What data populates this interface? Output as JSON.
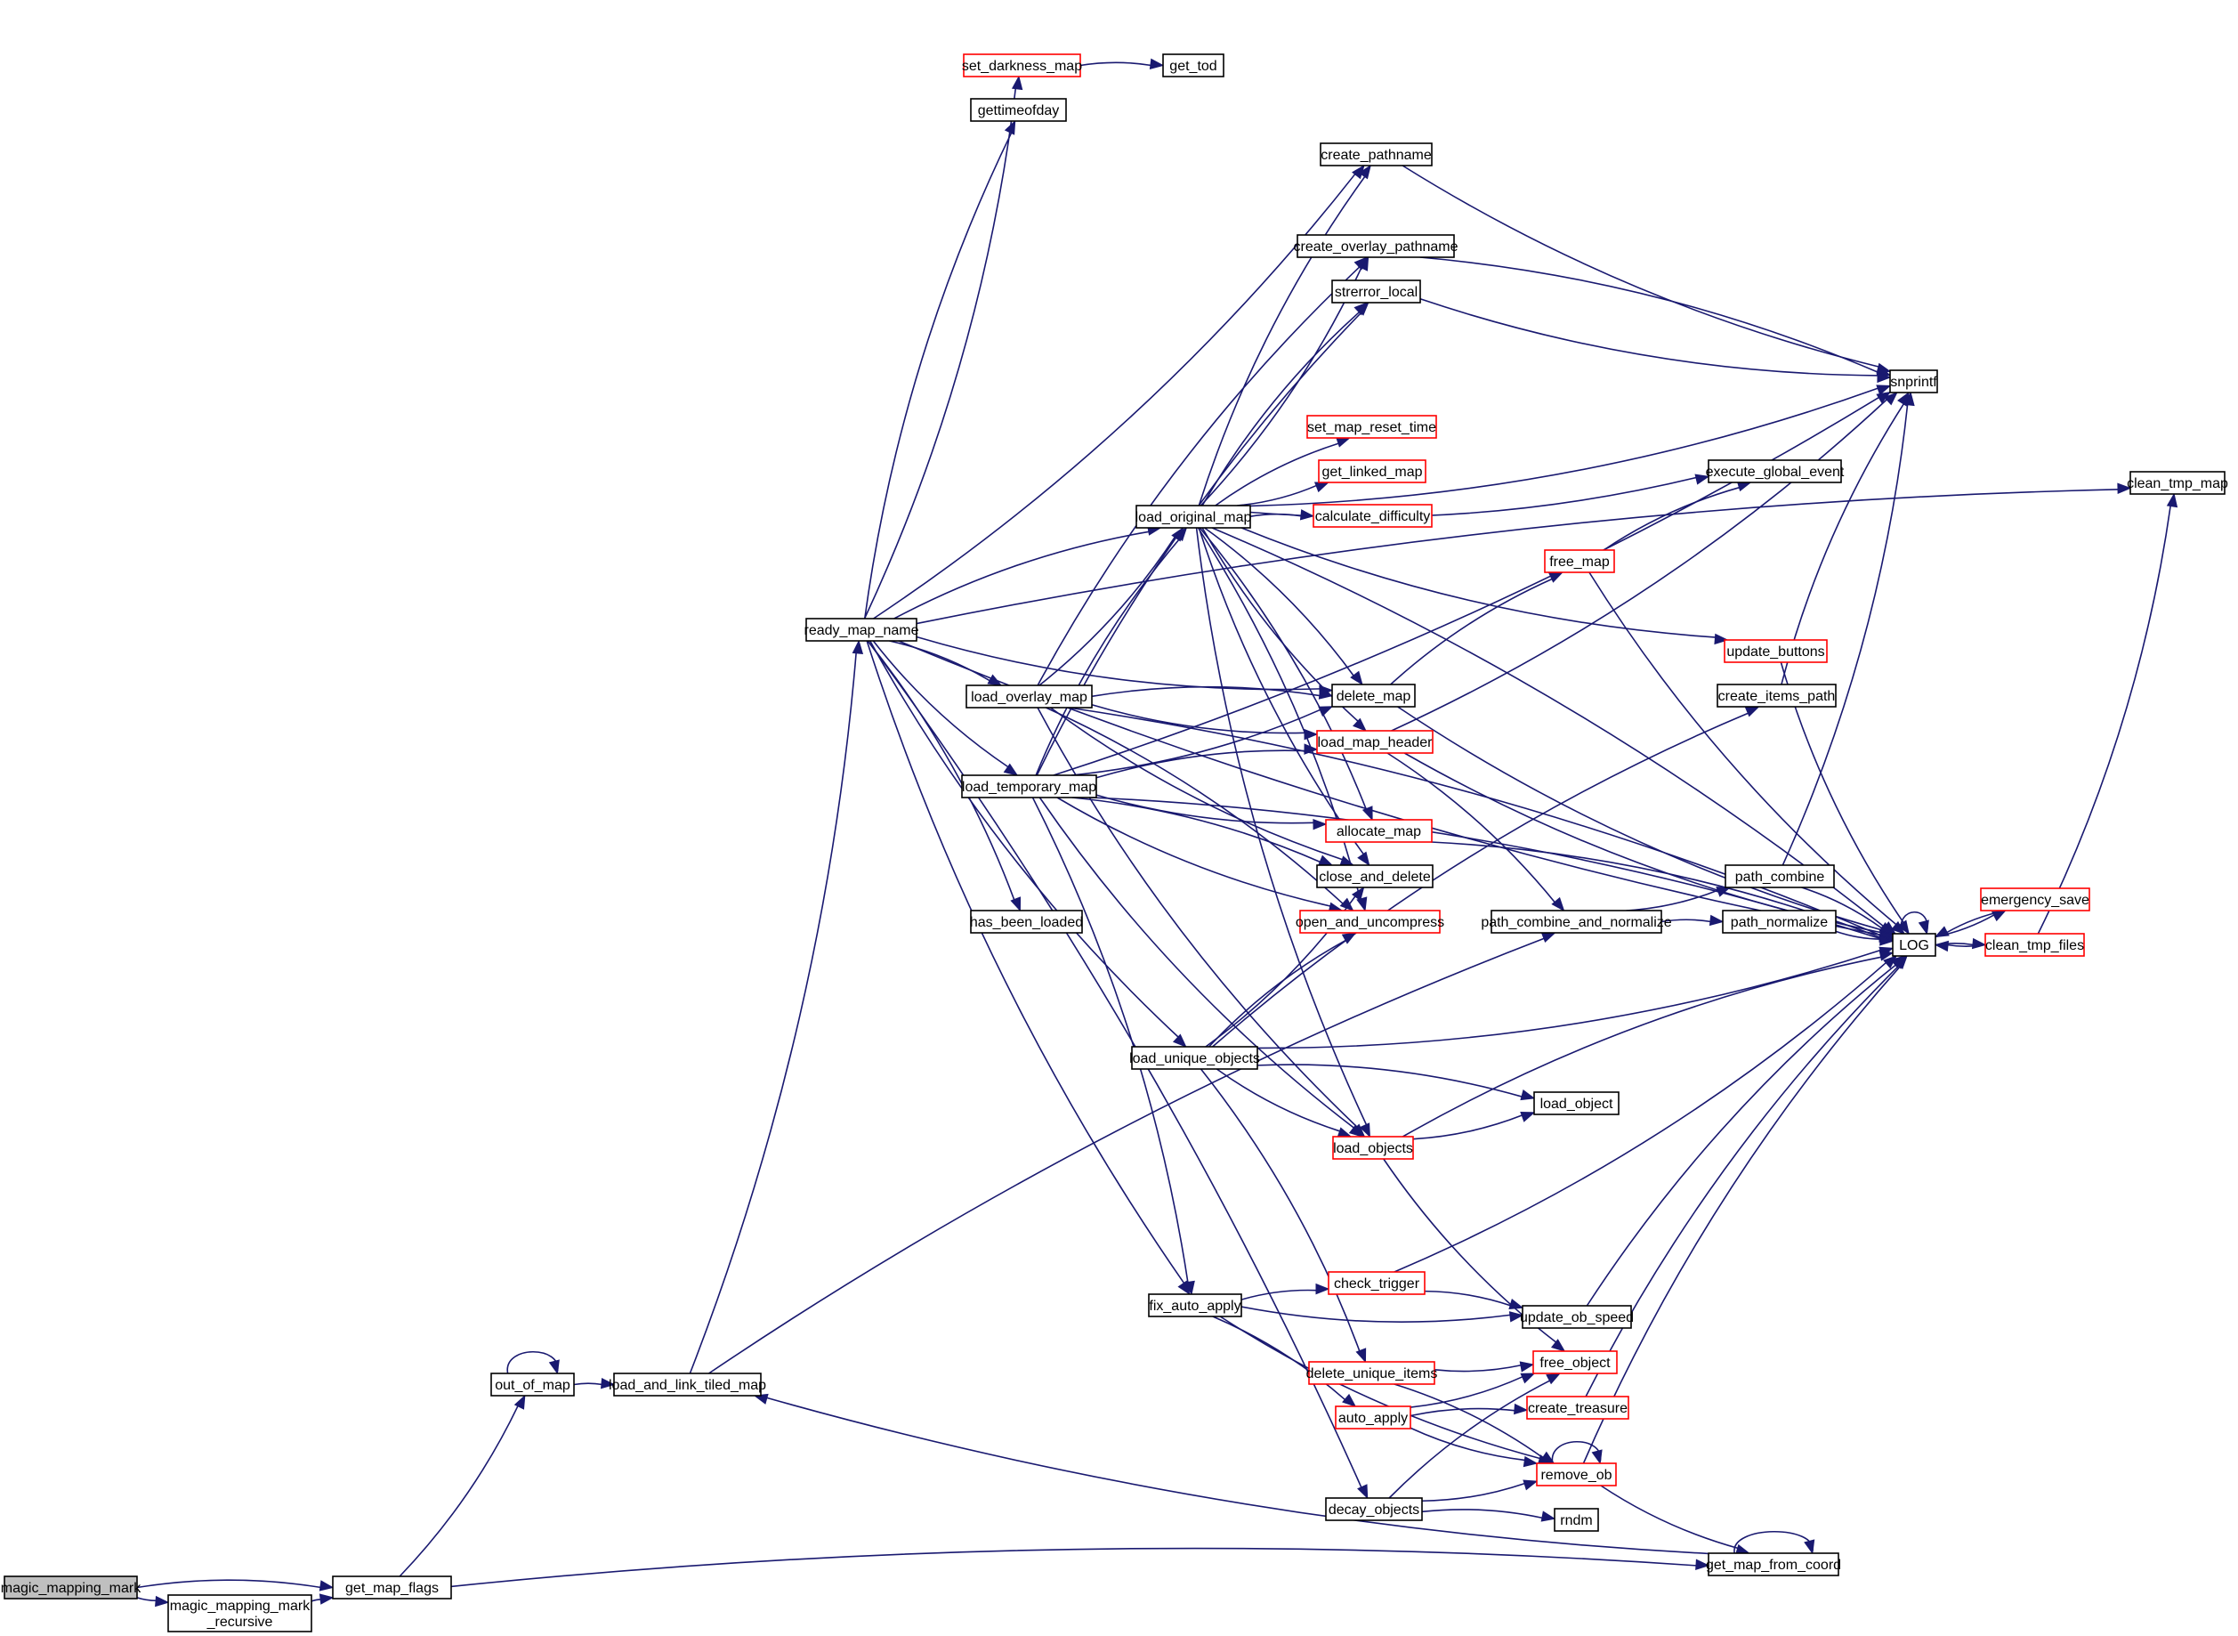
{
  "diagram": {
    "title": "Call graph of magic_mapping_mark",
    "colors": {
      "edge": "#191970",
      "node_border_default": "#000000",
      "node_border_truncated": "#ff0000",
      "node_fill_root": "#bfbfbf",
      "node_fill_default": "#ffffff"
    },
    "nodes": [
      {
        "id": "magic_mapping_mark",
        "label": "magic_mapping_mark",
        "kind": "root"
      },
      {
        "id": "magic_mapping_mark_recursive",
        "label": "magic_mapping_mark\n_recursive",
        "kind": "normal"
      },
      {
        "id": "get_map_flags",
        "label": "get_map_flags",
        "kind": "normal"
      },
      {
        "id": "out_of_map",
        "label": "out_of_map",
        "kind": "normal"
      },
      {
        "id": "load_and_link_tiled_map",
        "label": "load_and_link_tiled_map",
        "kind": "normal"
      },
      {
        "id": "ready_map_name",
        "label": "ready_map_name",
        "kind": "normal"
      },
      {
        "id": "set_darkness_map",
        "label": "set_darkness_map",
        "kind": "truncated"
      },
      {
        "id": "get_tod",
        "label": "get_tod",
        "kind": "normal"
      },
      {
        "id": "gettimeofday",
        "label": "gettimeofday",
        "kind": "normal"
      },
      {
        "id": "create_pathname",
        "label": "create_pathname",
        "kind": "normal"
      },
      {
        "id": "create_overlay_pathname",
        "label": "create_overlay_pathname",
        "kind": "normal"
      },
      {
        "id": "strerror_local",
        "label": "strerror_local",
        "kind": "normal"
      },
      {
        "id": "snprintf",
        "label": "snprintf",
        "kind": "normal"
      },
      {
        "id": "set_map_reset_time",
        "label": "set_map_reset_time",
        "kind": "truncated"
      },
      {
        "id": "get_linked_map",
        "label": "get_linked_map",
        "kind": "truncated"
      },
      {
        "id": "calculate_difficulty",
        "label": "calculate_difficulty",
        "kind": "truncated"
      },
      {
        "id": "load_original_map",
        "label": "load_original_map",
        "kind": "normal"
      },
      {
        "id": "execute_global_event",
        "label": "execute_global_event",
        "kind": "normal"
      },
      {
        "id": "free_map",
        "label": "free_map",
        "kind": "truncated"
      },
      {
        "id": "clean_tmp_map",
        "label": "clean_tmp_map",
        "kind": "normal"
      },
      {
        "id": "update_buttons",
        "label": "update_buttons",
        "kind": "truncated"
      },
      {
        "id": "create_items_path",
        "label": "create_items_path",
        "kind": "normal"
      },
      {
        "id": "delete_map",
        "label": "delete_map",
        "kind": "normal"
      },
      {
        "id": "load_overlay_map",
        "label": "load_overlay_map",
        "kind": "normal"
      },
      {
        "id": "load_map_header",
        "label": "load_map_header",
        "kind": "truncated"
      },
      {
        "id": "load_temporary_map",
        "label": "load_temporary_map",
        "kind": "normal"
      },
      {
        "id": "allocate_map",
        "label": "allocate_map",
        "kind": "truncated"
      },
      {
        "id": "close_and_delete",
        "label": "close_and_delete",
        "kind": "normal"
      },
      {
        "id": "has_been_loaded",
        "label": "has_been_loaded",
        "kind": "normal"
      },
      {
        "id": "open_and_uncompress",
        "label": "open_and_uncompress",
        "kind": "truncated"
      },
      {
        "id": "path_combine_and_normalize",
        "label": "path_combine_and_normalize",
        "kind": "normal"
      },
      {
        "id": "path_combine",
        "label": "path_combine",
        "kind": "normal"
      },
      {
        "id": "path_normalize",
        "label": "path_normalize",
        "kind": "normal"
      },
      {
        "id": "LOG",
        "label": "LOG",
        "kind": "normal"
      },
      {
        "id": "emergency_save",
        "label": "emergency_save",
        "kind": "truncated"
      },
      {
        "id": "clean_tmp_files",
        "label": "clean_tmp_files",
        "kind": "truncated"
      },
      {
        "id": "load_unique_objects",
        "label": "load_unique_objects",
        "kind": "normal"
      },
      {
        "id": "load_object",
        "label": "load_object",
        "kind": "normal"
      },
      {
        "id": "load_objects",
        "label": "load_objects",
        "kind": "truncated"
      },
      {
        "id": "fix_auto_apply",
        "label": "fix_auto_apply",
        "kind": "normal"
      },
      {
        "id": "check_trigger",
        "label": "check_trigger",
        "kind": "truncated"
      },
      {
        "id": "update_ob_speed",
        "label": "update_ob_speed",
        "kind": "normal"
      },
      {
        "id": "delete_unique_items",
        "label": "delete_unique_items",
        "kind": "truncated"
      },
      {
        "id": "free_object",
        "label": "free_object",
        "kind": "truncated"
      },
      {
        "id": "auto_apply",
        "label": "auto_apply",
        "kind": "truncated"
      },
      {
        "id": "create_treasure",
        "label": "create_treasure",
        "kind": "truncated"
      },
      {
        "id": "remove_ob",
        "label": "remove_ob",
        "kind": "truncated"
      },
      {
        "id": "decay_objects",
        "label": "decay_objects",
        "kind": "normal"
      },
      {
        "id": "rndm",
        "label": "rndm",
        "kind": "normal"
      },
      {
        "id": "get_map_from_coord",
        "label": "get_map_from_coord",
        "kind": "normal"
      }
    ],
    "edges": [
      [
        "magic_mapping_mark",
        "get_map_flags"
      ],
      [
        "magic_mapping_mark",
        "magic_mapping_mark_recursive"
      ],
      [
        "magic_mapping_mark_recursive",
        "get_map_flags"
      ],
      [
        "get_map_flags",
        "out_of_map"
      ],
      [
        "get_map_flags",
        "get_map_from_coord"
      ],
      [
        "out_of_map",
        "out_of_map"
      ],
      [
        "out_of_map",
        "load_and_link_tiled_map"
      ],
      [
        "load_and_link_tiled_map",
        "ready_map_name"
      ],
      [
        "load_and_link_tiled_map",
        "path_combine_and_normalize"
      ],
      [
        "ready_map_name",
        "set_darkness_map"
      ],
      [
        "ready_map_name",
        "gettimeofday"
      ],
      [
        "ready_map_name",
        "create_pathname"
      ],
      [
        "ready_map_name",
        "clean_tmp_map"
      ],
      [
        "ready_map_name",
        "LOG"
      ],
      [
        "ready_map_name",
        "load_original_map"
      ],
      [
        "ready_map_name",
        "delete_map"
      ],
      [
        "ready_map_name",
        "load_overlay_map"
      ],
      [
        "ready_map_name",
        "load_temporary_map"
      ],
      [
        "ready_map_name",
        "has_been_loaded"
      ],
      [
        "ready_map_name",
        "load_unique_objects"
      ],
      [
        "ready_map_name",
        "decay_objects"
      ],
      [
        "ready_map_name",
        "fix_auto_apply"
      ],
      [
        "set_darkness_map",
        "get_tod"
      ],
      [
        "create_pathname",
        "snprintf"
      ],
      [
        "create_overlay_pathname",
        "snprintf"
      ],
      [
        "strerror_local",
        "snprintf"
      ],
      [
        "load_original_map",
        "create_pathname"
      ],
      [
        "load_original_map",
        "create_overlay_pathname"
      ],
      [
        "load_original_map",
        "strerror_local"
      ],
      [
        "load_original_map",
        "snprintf"
      ],
      [
        "load_original_map",
        "set_map_reset_time"
      ],
      [
        "load_original_map",
        "get_linked_map"
      ],
      [
        "load_original_map",
        "calculate_difficulty"
      ],
      [
        "load_original_map",
        "execute_global_event"
      ],
      [
        "load_original_map",
        "LOG"
      ],
      [
        "load_original_map",
        "update_buttons"
      ],
      [
        "load_original_map",
        "delete_map"
      ],
      [
        "load_original_map",
        "load_map_header"
      ],
      [
        "load_original_map",
        "allocate_map"
      ],
      [
        "load_original_map",
        "close_and_delete"
      ],
      [
        "load_original_map",
        "open_and_uncompress"
      ],
      [
        "load_original_map",
        "load_objects"
      ],
      [
        "free_map",
        "execute_global_event"
      ],
      [
        "free_map",
        "LOG"
      ],
      [
        "delete_map",
        "free_map"
      ],
      [
        "delete_map",
        "LOG"
      ],
      [
        "load_overlay_map",
        "create_overlay_pathname"
      ],
      [
        "load_overlay_map",
        "load_original_map"
      ],
      [
        "load_overlay_map",
        "delete_map"
      ],
      [
        "load_overlay_map",
        "load_map_header"
      ],
      [
        "load_overlay_map",
        "LOG"
      ],
      [
        "load_overlay_map",
        "close_and_delete"
      ],
      [
        "load_overlay_map",
        "open_and_uncompress"
      ],
      [
        "load_overlay_map",
        "load_objects"
      ],
      [
        "load_temporary_map",
        "strerror_local"
      ],
      [
        "load_temporary_map",
        "snprintf"
      ],
      [
        "load_temporary_map",
        "load_original_map"
      ],
      [
        "load_temporary_map",
        "delete_map"
      ],
      [
        "load_temporary_map",
        "load_map_header"
      ],
      [
        "load_temporary_map",
        "allocate_map"
      ],
      [
        "load_temporary_map",
        "close_and_delete"
      ],
      [
        "load_temporary_map",
        "open_and_uncompress"
      ],
      [
        "load_temporary_map",
        "LOG"
      ],
      [
        "load_temporary_map",
        "load_objects"
      ],
      [
        "load_temporary_map",
        "fix_auto_apply"
      ],
      [
        "load_map_header",
        "snprintf"
      ],
      [
        "load_map_header",
        "path_combine_and_normalize"
      ],
      [
        "load_map_header",
        "LOG"
      ],
      [
        "allocate_map",
        "LOG"
      ],
      [
        "update_buttons",
        "LOG"
      ],
      [
        "create_items_path",
        "snprintf"
      ],
      [
        "path_combine_and_normalize",
        "path_combine"
      ],
      [
        "path_combine_and_normalize",
        "path_normalize"
      ],
      [
        "path_combine",
        "snprintf"
      ],
      [
        "path_combine",
        "LOG"
      ],
      [
        "path_normalize",
        "LOG"
      ],
      [
        "LOG",
        "LOG"
      ],
      [
        "LOG",
        "emergency_save"
      ],
      [
        "LOG",
        "clean_tmp_files"
      ],
      [
        "emergency_save",
        "LOG"
      ],
      [
        "clean_tmp_files",
        "LOG"
      ],
      [
        "clean_tmp_files",
        "clean_tmp_map"
      ],
      [
        "load_unique_objects",
        "create_items_path"
      ],
      [
        "load_unique_objects",
        "close_and_delete"
      ],
      [
        "load_unique_objects",
        "open_and_uncompress"
      ],
      [
        "load_unique_objects",
        "LOG"
      ],
      [
        "load_unique_objects",
        "load_object"
      ],
      [
        "load_unique_objects",
        "load_objects"
      ],
      [
        "load_unique_objects",
        "delete_unique_items"
      ],
      [
        "load_objects",
        "load_object"
      ],
      [
        "load_objects",
        "LOG"
      ],
      [
        "load_objects",
        "free_object"
      ],
      [
        "fix_auto_apply",
        "check_trigger"
      ],
      [
        "fix_auto_apply",
        "update_ob_speed"
      ],
      [
        "fix_auto_apply",
        "auto_apply"
      ],
      [
        "fix_auto_apply",
        "remove_ob"
      ],
      [
        "check_trigger",
        "update_ob_speed"
      ],
      [
        "check_trigger",
        "LOG"
      ],
      [
        "update_ob_speed",
        "LOG"
      ],
      [
        "delete_unique_items",
        "free_object"
      ],
      [
        "delete_unique_items",
        "remove_ob"
      ],
      [
        "auto_apply",
        "free_object"
      ],
      [
        "auto_apply",
        "create_treasure"
      ],
      [
        "auto_apply",
        "remove_ob"
      ],
      [
        "create_treasure",
        "LOG"
      ],
      [
        "remove_ob",
        "remove_ob"
      ],
      [
        "remove_ob",
        "LOG"
      ],
      [
        "remove_ob",
        "get_map_from_coord"
      ],
      [
        "decay_objects",
        "free_object"
      ],
      [
        "decay_objects",
        "remove_ob"
      ],
      [
        "decay_objects",
        "rndm"
      ],
      [
        "get_map_from_coord",
        "get_map_from_coord"
      ],
      [
        "get_map_from_coord",
        "load_and_link_tiled_map"
      ]
    ]
  }
}
